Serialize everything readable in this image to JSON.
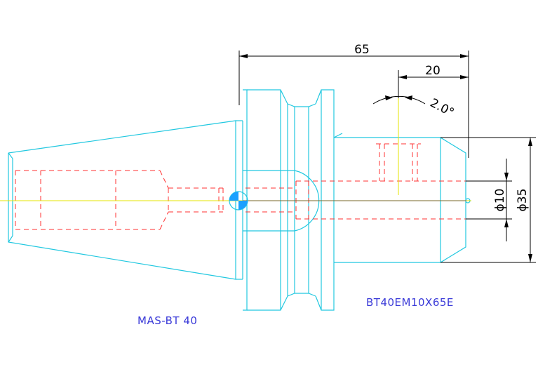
{
  "dimensions": {
    "overall_length": "65",
    "end_length": "20",
    "taper_angle": "2.0°",
    "bore_diameter": "ϕ10",
    "body_diameter": "ϕ35"
  },
  "labels": {
    "adapter_standard": "MAS-BT 40",
    "part_number": "BT40EM10X65E"
  },
  "colors": {
    "outline": "#22c8e0",
    "hidden": "#ff3030",
    "centerline": "#e6e600",
    "dimension": "#000000",
    "label": "#3a3ad8"
  }
}
